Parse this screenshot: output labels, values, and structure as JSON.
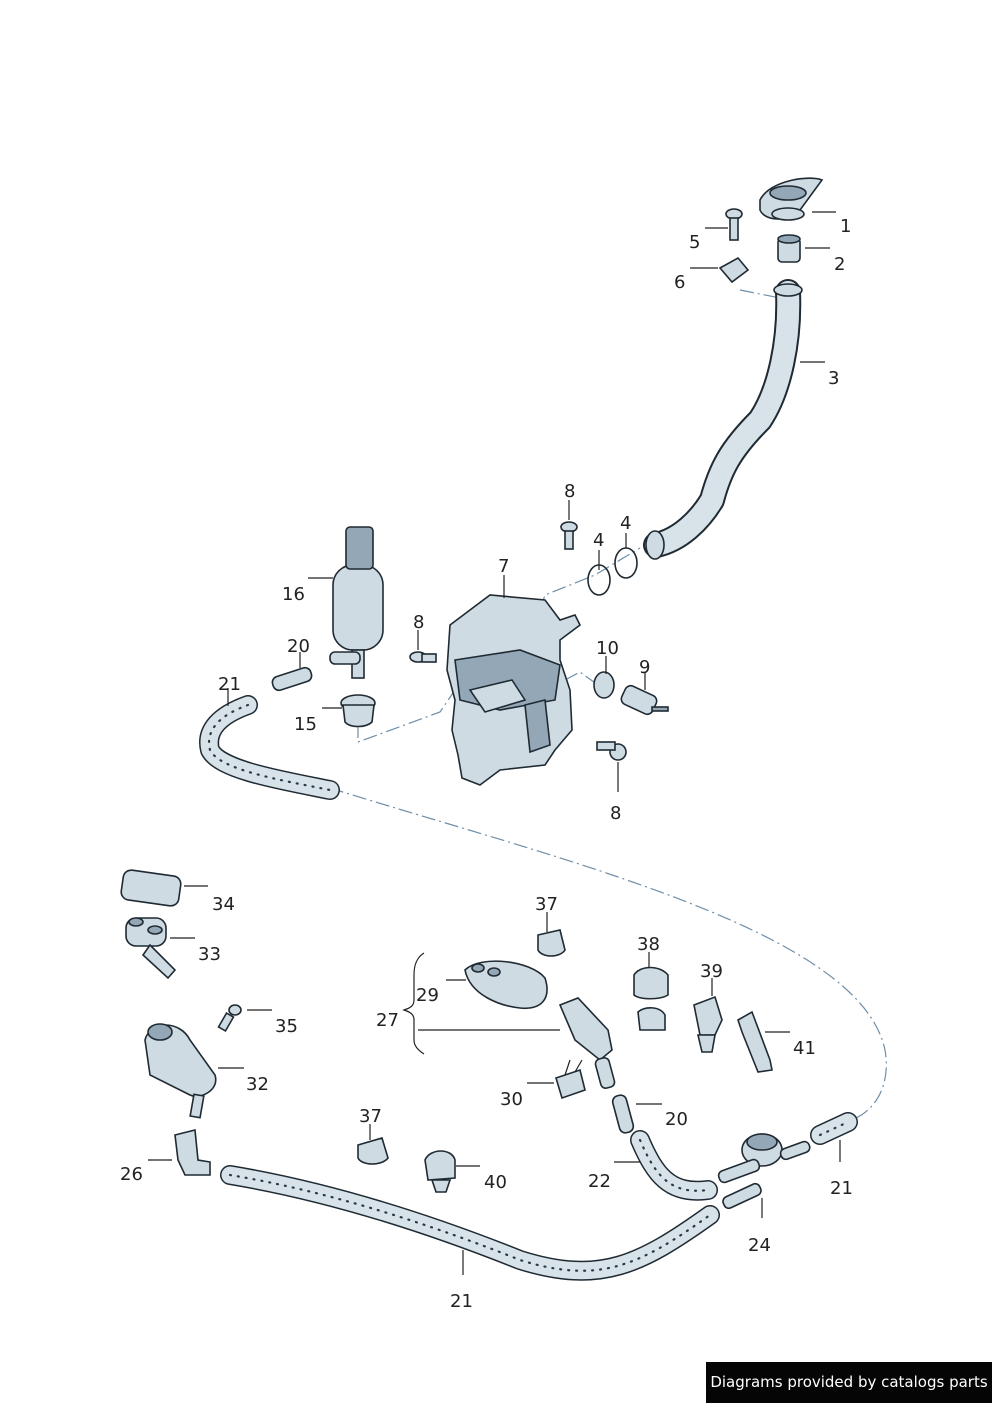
{
  "callouts": {
    "c1": "1",
    "c2": "2",
    "c3": "3",
    "c4a": "4",
    "c4b": "4",
    "c5": "5",
    "c6": "6",
    "c7": "7",
    "c8a": "8",
    "c8b": "8",
    "c8c": "8",
    "c9": "9",
    "c10": "10",
    "c15": "15",
    "c16": "16",
    "c20a": "20",
    "c20b": "20",
    "c21a": "21",
    "c21b": "21",
    "c21c": "21",
    "c22": "22",
    "c24": "24",
    "c26": "26",
    "c27": "27",
    "c29": "29",
    "c30": "30",
    "c32": "32",
    "c33": "33",
    "c34": "34",
    "c35": "35",
    "c37a": "37",
    "c37b": "37",
    "c38": "38",
    "c39": "39",
    "c40": "40",
    "c41": "41"
  },
  "credit": "Diagrams provided by catalogs parts"
}
